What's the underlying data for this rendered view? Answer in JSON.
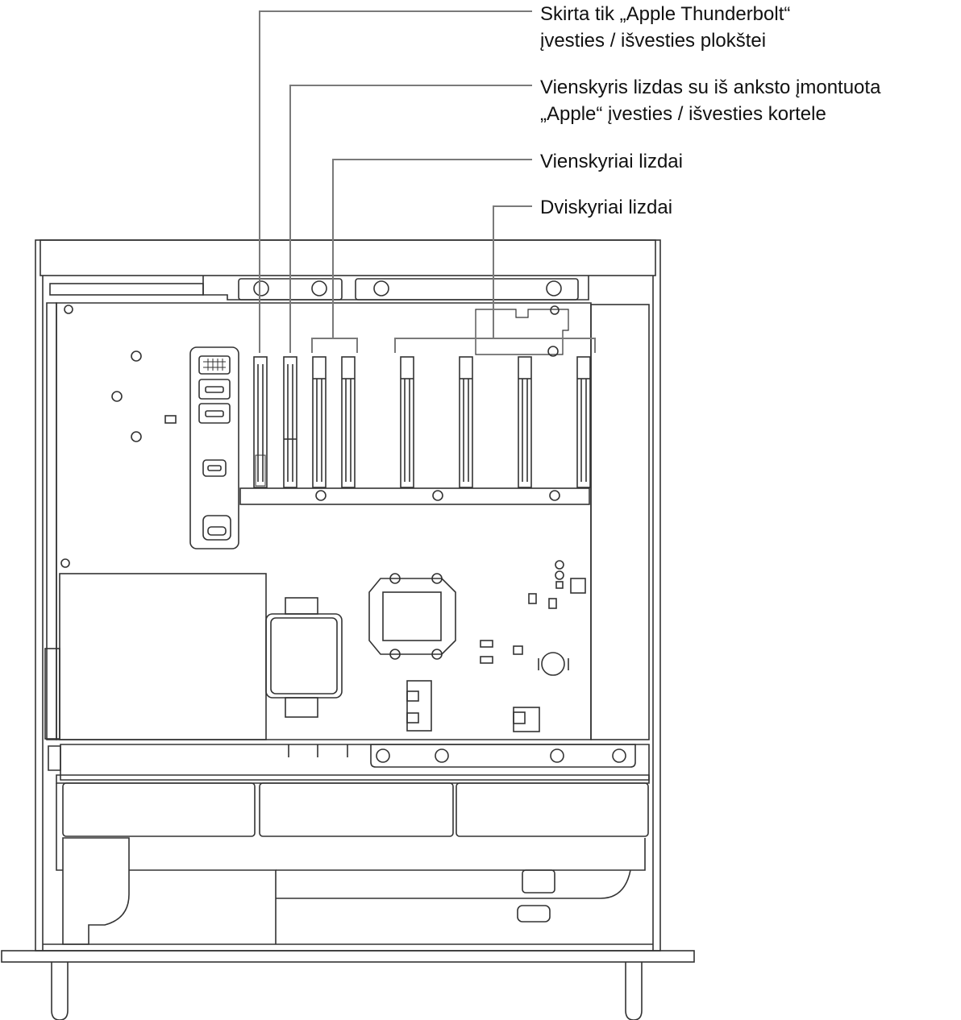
{
  "callouts": [
    {
      "lines": [
        "Skirta tik „Apple Thunderbolt“",
        "įvesties / išvesties plokštei"
      ]
    },
    {
      "lines": [
        "Vienskyris lizdas su iš anksto įmontuota",
        "„Apple“ įvesties / išvesties kortele"
      ]
    },
    {
      "lines": [
        "Vienskyriai lizdai"
      ]
    },
    {
      "lines": [
        "Dviskyriai lizdai"
      ]
    }
  ],
  "colors": {
    "line": "#7a7a7a",
    "outline": "#333333",
    "fill": "#ffffff",
    "text": "#111111"
  }
}
